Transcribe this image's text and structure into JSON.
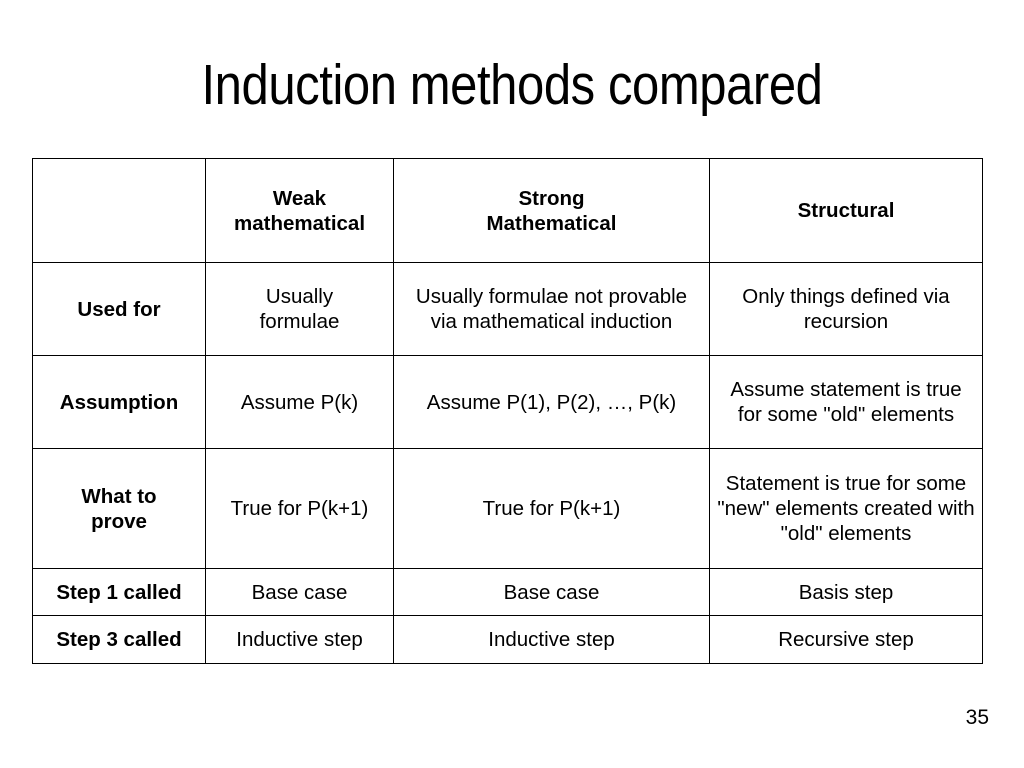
{
  "slide": {
    "title": "Induction methods compared",
    "page_number": "35"
  },
  "table": {
    "corner_label": "",
    "columns": [
      {
        "id": "weak",
        "label": "Weak\nmathematical"
      },
      {
        "id": "strong",
        "label": "Strong\nMathematical"
      },
      {
        "id": "structural",
        "label": "Structural"
      }
    ],
    "column_labels": {
      "weak_line1": "Weak",
      "weak_line2": "mathematical",
      "strong_line1": "Strong",
      "strong_line2": "Mathematical",
      "structural": "Structural"
    },
    "rows": [
      {
        "id": "used-for",
        "label": "Used for",
        "weak_line1": "Usually",
        "weak_line2": "formulae",
        "strong": "Usually formulae not provable via mathematical induction",
        "structural": "Only things defined via recursion"
      },
      {
        "id": "assumption",
        "label": "Assumption",
        "weak": "Assume P(k)",
        "strong": "Assume P(1), P(2), …, P(k)",
        "structural": "Assume statement is true for some \"old\" elements"
      },
      {
        "id": "what-to-prove",
        "label_line1": "What to",
        "label_line2": "prove",
        "weak": "True for P(k+1)",
        "strong": "True for P(k+1)",
        "structural": "Statement is true for some \"new\" elements created with \"old\" elements"
      },
      {
        "id": "step-1-called",
        "label": "Step 1 called",
        "weak": "Base case",
        "strong": "Base case",
        "structural": "Basis step"
      },
      {
        "id": "step-3-called",
        "label": "Step 3 called",
        "weak": "Inductive step",
        "strong": "Inductive step",
        "structural": "Recursive step"
      }
    ]
  },
  "colors": {
    "background": "#ffffff",
    "text": "#000000",
    "border": "#000000"
  }
}
